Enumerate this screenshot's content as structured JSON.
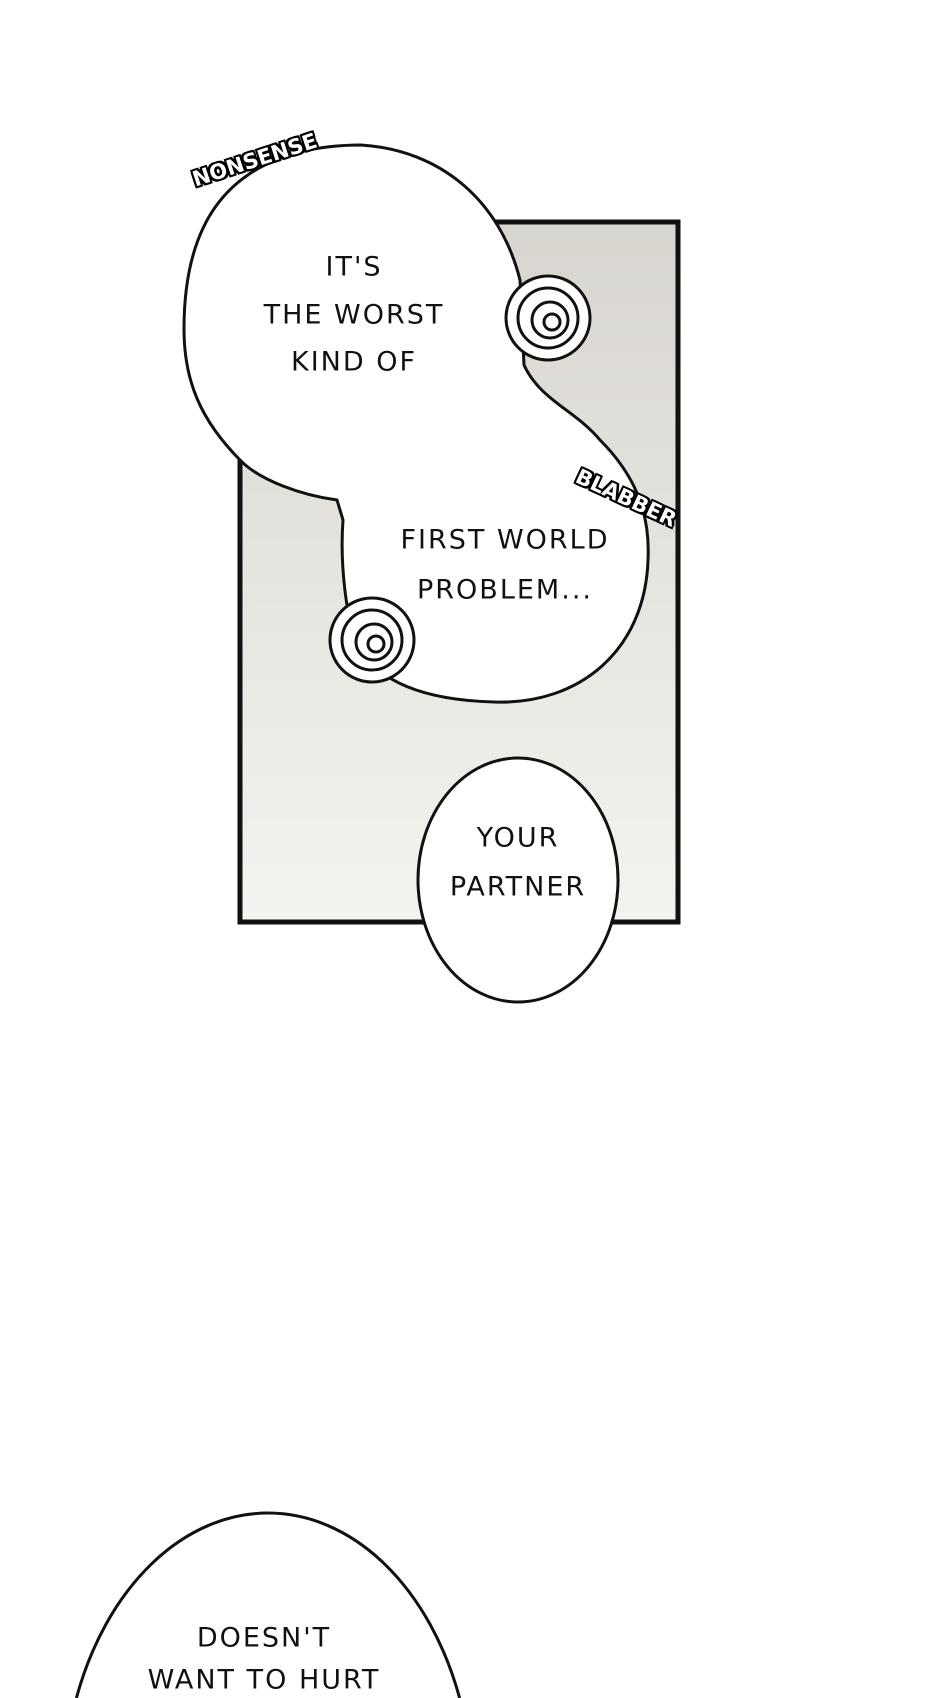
{
  "bubbles": {
    "worst": [
      "IT'S",
      "THE WORST",
      "KIND OF"
    ],
    "problem": [
      "FIRST WORLD",
      "PROBLEM..."
    ],
    "partner": [
      "YOUR",
      "PARTNER"
    ],
    "hurt": [
      "DOESN'T",
      "WANT TO HURT"
    ]
  },
  "sfx": {
    "nonsense": "NONSENSE",
    "blabber": "BLABBER"
  },
  "colors": {
    "panel_top": "#d8d5cf",
    "panel_bottom": "#f4f3ef",
    "ink": "#111111"
  }
}
